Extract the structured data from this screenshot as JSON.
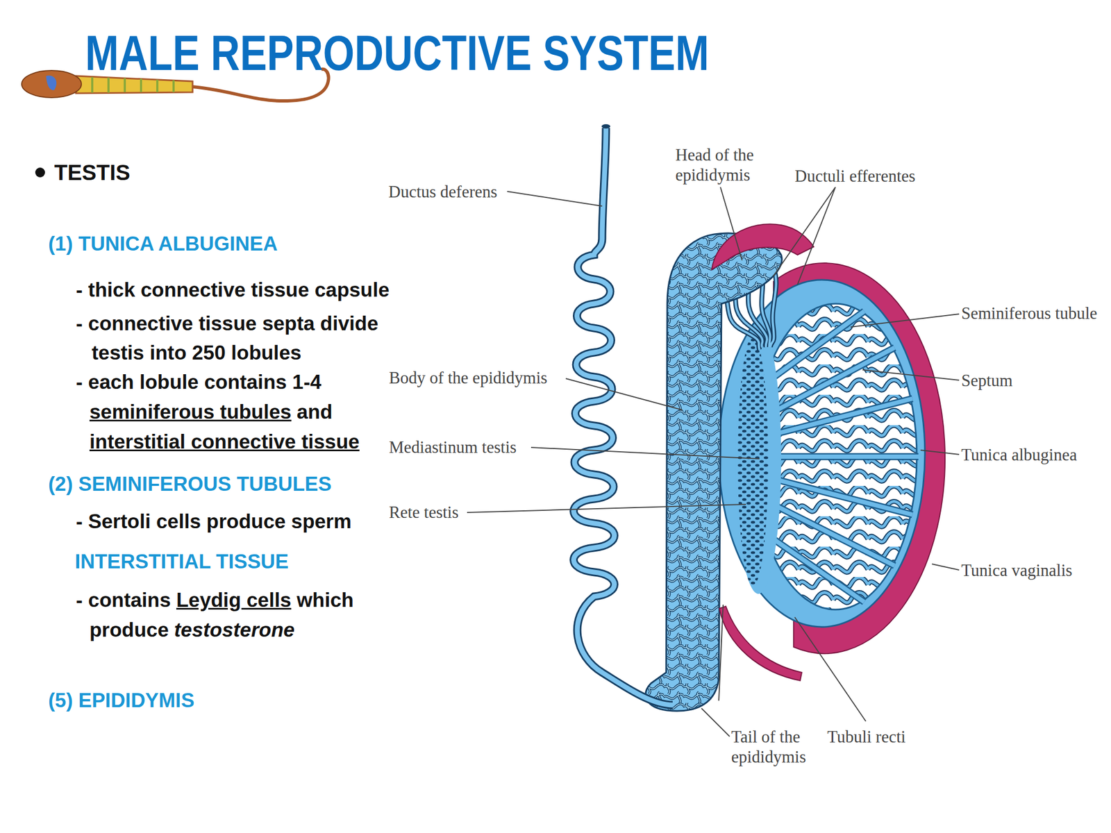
{
  "diagram": {
    "title": "MALE REPRODUCTIVE SYSTEM",
    "labels": [
      "TESTIS",
      "(1) TUNICA ALBUGINEA",
      "- thick connective tissue capsule",
      "- connective tissue septa divide testis into 250 lobules",
      "- each lobule contains 1-4",
      "seminiferous tubules",
      "and",
      "interstitial connective tissue",
      "(2) SEMINIFEROUS TUBULES",
      "- Sertoli cells produce sperm",
      "INTERSTITIAL TISSUE",
      "- contains",
      "Leydig cells",
      "which",
      "produce",
      "testosterone",
      "(5) EPIDIDYMIS",
      "Ductus deferens",
      "Head of the epididymis",
      "Ductuli efferentes",
      "Seminiferous tubule",
      "Body of the epididymis",
      "Septum",
      "Mediastinum testis",
      "Tunica albuginea",
      "Rete testis",
      "Tunica vaginalis",
      "Tail of the epididymis",
      "Tubuli recti"
    ]
  }
}
